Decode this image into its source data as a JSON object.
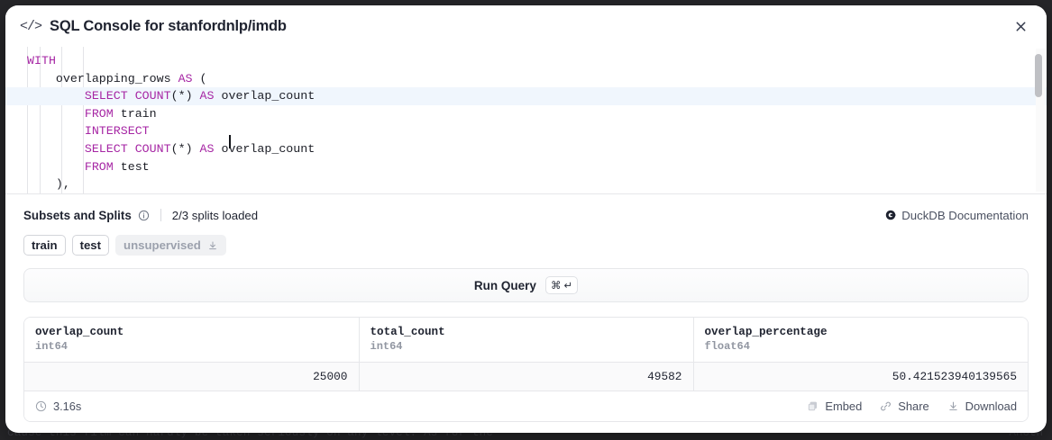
{
  "background": {
    "text_left": "cause this film can hardly be taken seriously on any level. As for the",
    "text_right": "Anoth"
  },
  "modal": {
    "icon": "code-icon",
    "title": "SQL Console for stanfordnlp/imdb",
    "close_icon": "close-icon"
  },
  "editor": {
    "lines": [
      [
        {
          "t": "WITH",
          "c": "kw"
        }
      ],
      [
        {
          "t": "    overlapping_rows ",
          "c": "ident"
        },
        {
          "t": "AS",
          "c": "kw"
        },
        {
          "t": " (",
          "c": "punct"
        }
      ],
      [
        {
          "t": "        ",
          "c": "ident"
        },
        {
          "t": "SELECT COUNT",
          "c": "kw"
        },
        {
          "t": "(*) ",
          "c": "punct"
        },
        {
          "t": "AS",
          "c": "kw"
        },
        {
          "t": " overlap_count",
          "c": "ident"
        }
      ],
      [
        {
          "t": "        ",
          "c": "ident"
        },
        {
          "t": "FROM",
          "c": "kw"
        },
        {
          "t": " train",
          "c": "ident"
        }
      ],
      [
        {
          "t": "        ",
          "c": "ident"
        },
        {
          "t": "INTERSECT",
          "c": "kw"
        }
      ],
      [
        {
          "t": "        ",
          "c": "ident"
        },
        {
          "t": "SELECT COUNT",
          "c": "kw"
        },
        {
          "t": "(*) ",
          "c": "punct"
        },
        {
          "t": "AS",
          "c": "kw"
        },
        {
          "t": " overlap_count",
          "c": "ident"
        }
      ],
      [
        {
          "t": "        ",
          "c": "ident"
        },
        {
          "t": "FROM",
          "c": "kw"
        },
        {
          "t": " test",
          "c": "ident"
        }
      ],
      [
        {
          "t": "    ),",
          "c": "punct"
        }
      ]
    ],
    "active_line_index": 2
  },
  "subsets": {
    "label": "Subsets and Splits",
    "info_icon": "info-icon",
    "splits_loaded": "2/3 splits loaded",
    "duckdb_link": "DuckDB Documentation",
    "duckdb_icon": "duckdb-icon",
    "splits": [
      {
        "label": "train",
        "state": "on"
      },
      {
        "label": "test",
        "state": "on"
      },
      {
        "label": "unsupervised",
        "state": "off",
        "icon": "download-icon"
      }
    ]
  },
  "run_query": {
    "label": "Run Query",
    "shortcut_cmd": "⌘",
    "shortcut_enter": "↵"
  },
  "results": {
    "columns": [
      {
        "name": "overlap_count",
        "type": "int64"
      },
      {
        "name": "total_count",
        "type": "int64"
      },
      {
        "name": "overlap_percentage",
        "type": "float64"
      }
    ],
    "rows": [
      [
        "25000",
        "49582",
        "50.421523940139565"
      ]
    ],
    "elapsed": "3.16s",
    "elapsed_icon": "clock-icon",
    "actions": [
      {
        "label": "Embed",
        "icon": "copy-icon"
      },
      {
        "label": "Share",
        "icon": "link-icon"
      },
      {
        "label": "Download",
        "icon": "download-icon"
      }
    ]
  }
}
